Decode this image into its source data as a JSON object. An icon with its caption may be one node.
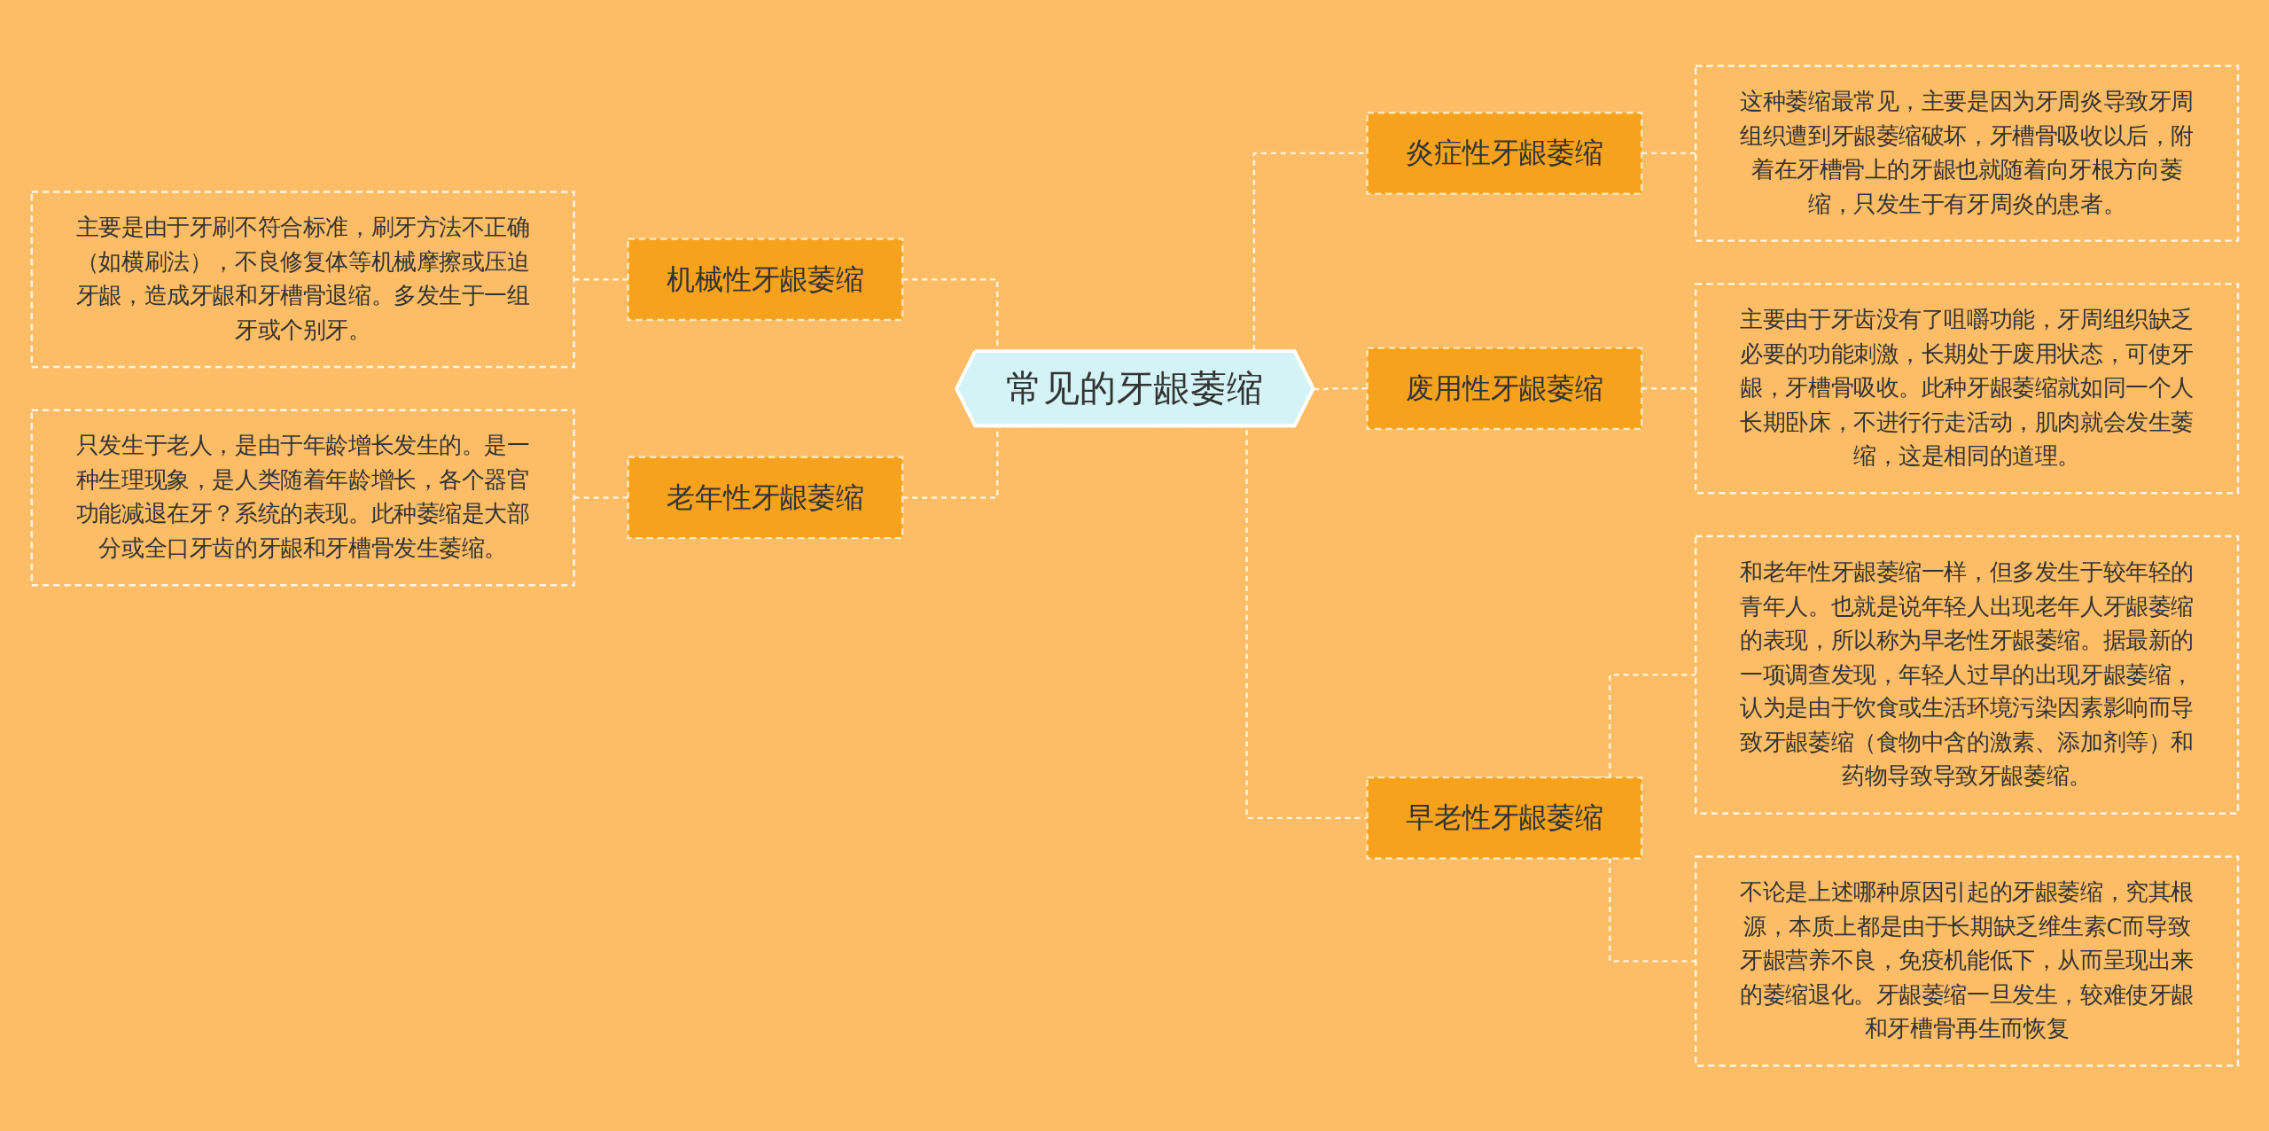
{
  "diagram": {
    "nodes": [
      {
        "text": [
          "常见的牙龈萎缩"
        ]
      },
      {
        "text": [
          "机械性牙龈萎缩"
        ]
      },
      {
        "text": [
          "主要是由于牙刷不符合标准，刷牙方法不正确（如横刷法），不良修复体等机械摩擦或压迫牙龈，造成牙龈和牙槽骨退缩。多发生于一组牙或个别牙。"
        ]
      },
      {
        "text": [
          "老年性牙龈萎缩"
        ]
      },
      {
        "text": [
          "只发生于老人，是由于年龄增长发生的。是一种生理现象，是人类随着年龄增长，各个器官功能减退在牙？系统的表现。此种萎缩是大部分或全口牙齿的牙龈和牙槽骨发生萎缩。"
        ]
      },
      {
        "text": [
          "炎症性牙龈萎缩"
        ]
      },
      {
        "text": [
          "这种萎缩最常见，主要是因为牙周炎导致牙周组织遭到牙龈萎缩破坏，牙槽骨吸收以后，附着在牙槽骨上的牙龈也就随着向牙根方向萎缩，只发生于有牙周炎的患者。"
        ]
      },
      {
        "text": [
          "废用性牙龈萎缩"
        ]
      },
      {
        "text": [
          "主要由于牙齿没有了咀嚼功能，牙周组织缺乏必要的功能刺激，长期处于废用状态，可使牙龈，牙槽骨吸收。此种牙龈萎缩就如同一个人长期卧床，不进行行走活动，肌肉就会发生萎缩，这是相同的道理。"
        ]
      },
      {
        "text": [
          "早老性牙龈萎缩"
        ]
      },
      {
        "text": [
          "和老年性牙龈萎缩一样，但多发生于较年轻的青年人。也就是说年轻人出现老年人牙龈萎缩的表现，所以称为早老性牙龈萎缩。据最新的一项调查发现，年轻人过早的出现牙龈萎缩，认为是由于饮食或生活环境污染因素影响而导致牙龈萎缩（食物中含的激素、添加剂等）和药物导致导致牙龈萎缩。"
        ]
      },
      {
        "text": [
          "不论是上述哪种原因引起的牙龈萎缩，究其根源，本质上都是由于长期缺乏维生素C而导致牙龈营养不良，免疫机能低下，从而呈现出来的萎缩退化。牙龈萎缩一旦发生，较难使牙龈和牙槽骨再生而恢复"
        ]
      }
    ],
    "edges": [
      {
        "from": 0,
        "to": 1,
        "arrow": "none"
      },
      {
        "from": 1,
        "to": 2,
        "arrow": "none"
      },
      {
        "from": 0,
        "to": 3,
        "arrow": "none"
      },
      {
        "from": 3,
        "to": 4,
        "arrow": "none"
      },
      {
        "from": 0,
        "to": 5,
        "arrow": "none"
      },
      {
        "from": 5,
        "to": 6,
        "arrow": "none"
      },
      {
        "from": 0,
        "to": 7,
        "arrow": "none"
      },
      {
        "from": 7,
        "to": 8,
        "arrow": "none"
      },
      {
        "from": 0,
        "to": 9,
        "arrow": "none"
      },
      {
        "from": 9,
        "to": 10,
        "arrow": "none"
      },
      {
        "from": 9,
        "to": 11,
        "arrow": "none"
      }
    ]
  }
}
